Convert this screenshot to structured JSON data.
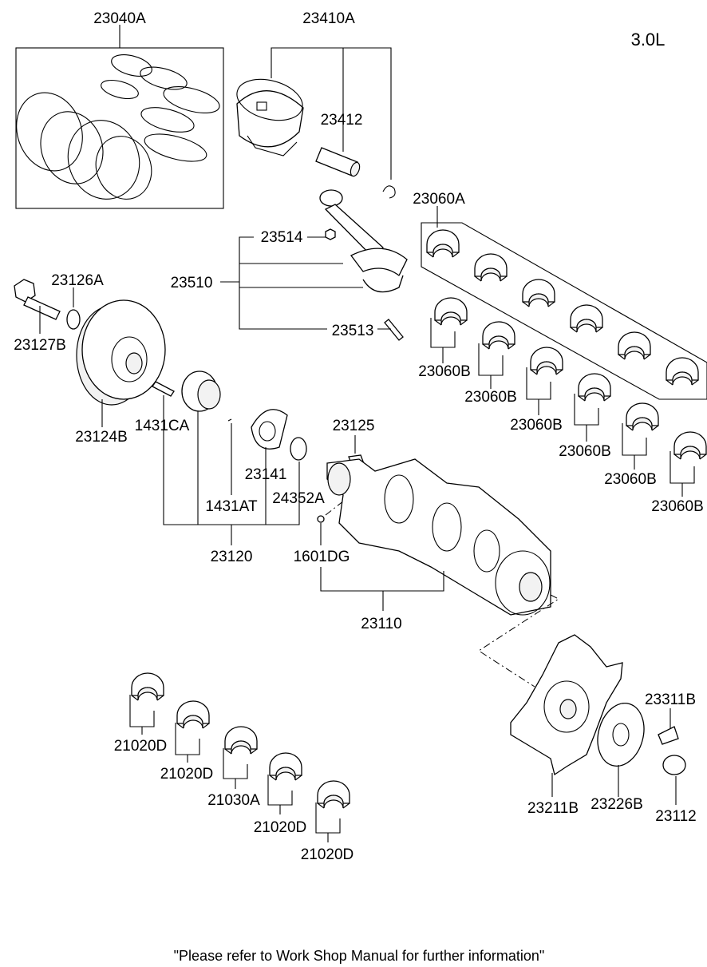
{
  "variant": "3.0L",
  "note": "\"Please refer to Work Shop Manual for further information\"",
  "labels": {
    "p23040A": "23040A",
    "p23410A": "23410A",
    "p23412": "23412",
    "p23060A": "23060A",
    "p23514": "23514",
    "p23510": "23510",
    "p23513": "23513",
    "p23126A": "23126A",
    "p23127B": "23127B",
    "p23124B": "23124B",
    "p1431CA": "1431CA",
    "p23141": "23141",
    "p24352A": "24352A",
    "p1431AT": "1431AT",
    "p23120": "23120",
    "p23125": "23125",
    "p1601DG": "1601DG",
    "p23110": "23110",
    "p23060B_1": "23060B",
    "p23060B_2": "23060B",
    "p23060B_3": "23060B",
    "p23060B_4": "23060B",
    "p23060B_5": "23060B",
    "p23060B_6": "23060B",
    "p21020D_1": "21020D",
    "p21020D_2": "21020D",
    "p21030A": "21030A",
    "p21020D_3": "21020D",
    "p21020D_4": "21020D",
    "p23311B": "23311B",
    "p23211B": "23211B",
    "p23226B": "23226B",
    "p23112": "23112"
  }
}
